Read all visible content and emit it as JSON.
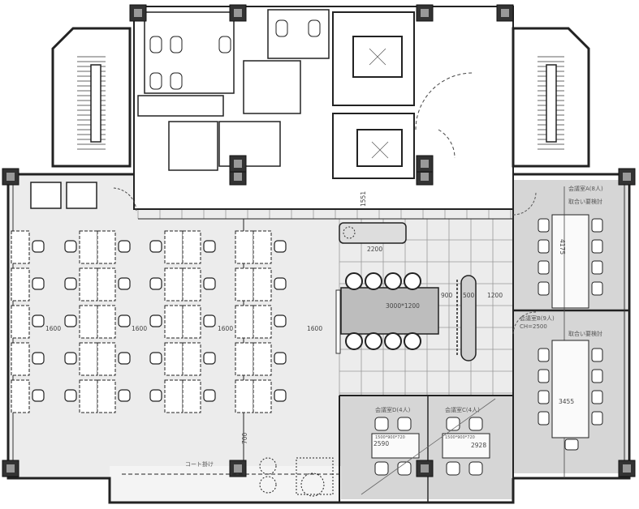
{
  "plan": {
    "rooms": {
      "meeting_a": "会議室A(8人)",
      "meeting_b": "会議室B(9人)",
      "meeting_b_ceiling": "CH=2500",
      "meeting_c": "会議室C(4人)",
      "meeting_d": "会議室D(4人)",
      "meeting_ab_note": "取合い要検討",
      "coat_hanger": "コート掛け"
    },
    "dimensions": {
      "big_table": "3000*1200",
      "aisle_1": "900",
      "aisle_2": "500",
      "aisle_3": "1200",
      "pitch": [
        "1600",
        "1600",
        "1600",
        "1600"
      ],
      "counter": "2200",
      "room_d_width": "2590",
      "room_c_width": "2928",
      "room_a_depth": "4175",
      "room_b_depth": "3455",
      "small_table": "1500*900*720",
      "core_dim": "1551",
      "lower_dim": "700"
    },
    "colors": {
      "office_floor": "#ececec",
      "meeting_floor": "#d6d6d6",
      "wall": "#222222",
      "grid": "#9a9a9a"
    }
  }
}
